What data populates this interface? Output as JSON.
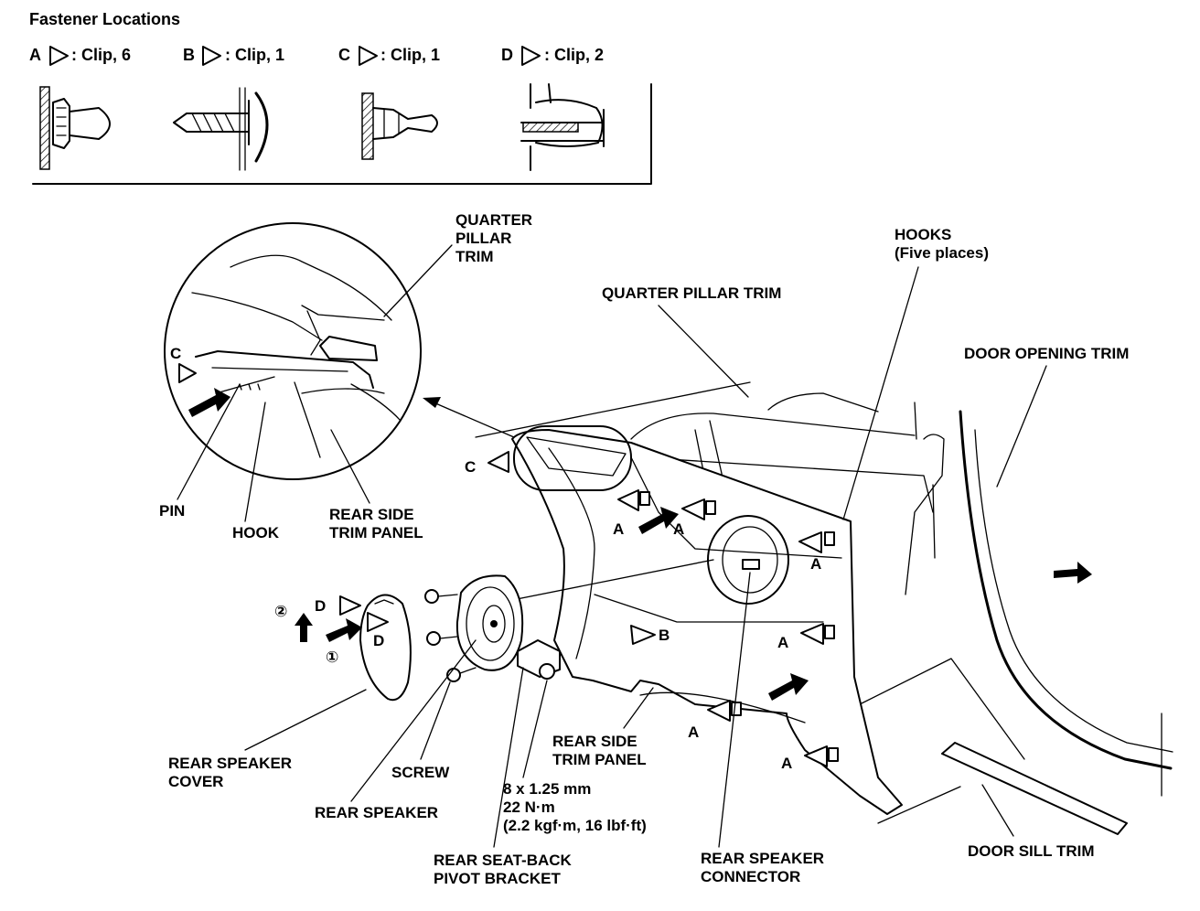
{
  "header": {
    "title": "Fastener Locations"
  },
  "legend": [
    {
      "letter": "A",
      "text": ": Clip, 6"
    },
    {
      "letter": "B",
      "text": ": Clip, 1"
    },
    {
      "letter": "C",
      "text": ": Clip, 1"
    },
    {
      "letter": "D",
      "text": ": Clip, 2"
    }
  ],
  "labels": {
    "quarter_pillar_trim_inset_1": "QUARTER",
    "quarter_pillar_trim_inset_2": "PILLAR",
    "quarter_pillar_trim_inset_3": "TRIM",
    "quarter_pillar_trim": "QUARTER PILLAR TRIM",
    "hooks_1": "HOOKS",
    "hooks_2": "(Five places)",
    "door_opening_trim": "DOOR OPENING TRIM",
    "pin": "PIN",
    "hook": "HOOK",
    "rear_side_trim_panel_inset_1": "REAR SIDE",
    "rear_side_trim_panel_inset_2": "TRIM PANEL",
    "rear_speaker_cover_1": "REAR SPEAKER",
    "rear_speaker_cover_2": "COVER",
    "screw": "SCREW",
    "rear_speaker": "REAR SPEAKER",
    "rear_side_trim_panel_1": "REAR SIDE",
    "rear_side_trim_panel_2": "TRIM PANEL",
    "torque_1": "8 x 1.25 mm",
    "torque_2": "22 N·m",
    "torque_3": "(2.2 kgf·m, 16 lbf·ft)",
    "pivot_bracket_1": "REAR SEAT-BACK",
    "pivot_bracket_2": "PIVOT BRACKET",
    "speaker_connector_1": "REAR SPEAKER",
    "speaker_connector_2": "CONNECTOR",
    "door_sill_trim": "DOOR SILL TRIM"
  },
  "markers": {
    "a": "A",
    "b": "B",
    "c": "C",
    "d": "D",
    "step_1": "①",
    "step_2": "②"
  }
}
